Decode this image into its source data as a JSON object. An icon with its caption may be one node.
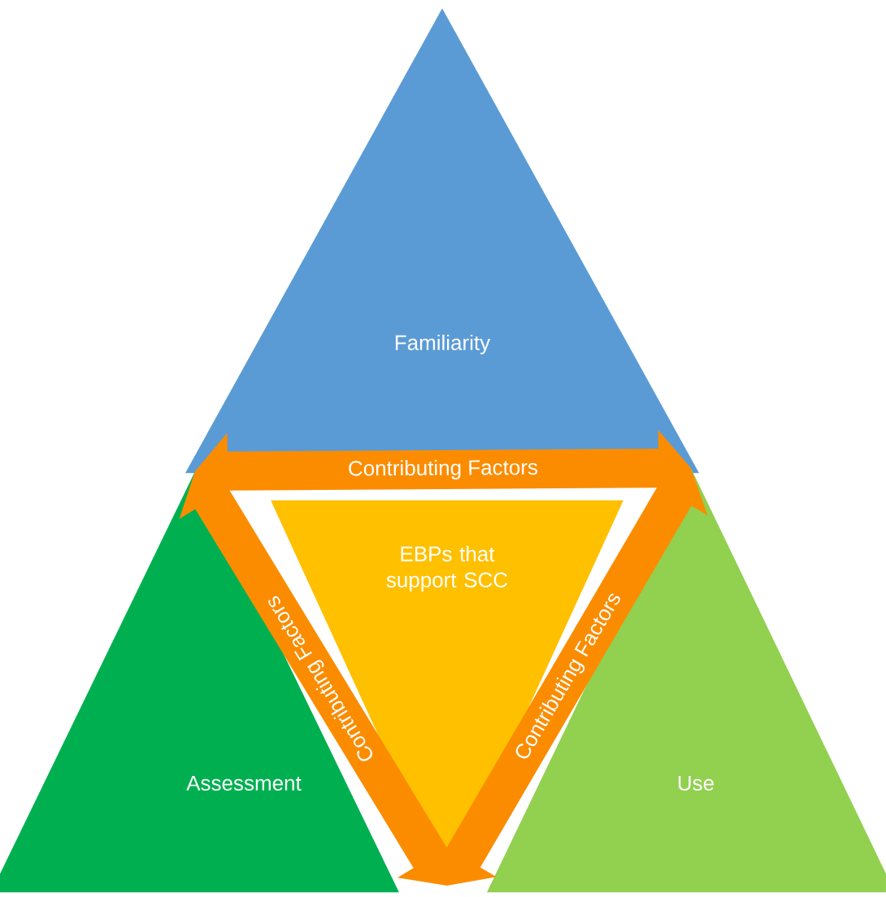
{
  "diagram": {
    "nodes": [
      {
        "text": [
          "Familiarity"
        ]
      },
      {
        "text": [
          "Assessment"
        ]
      },
      {
        "text": [
          "Use"
        ]
      },
      {
        "text": [
          "EBPs that support SCC"
        ]
      }
    ],
    "edges": [
      {
        "from": 1,
        "to": 2,
        "arrow": "both",
        "label": "Contributing Factors"
      },
      {
        "from": 1,
        "to": 3,
        "arrow": "both",
        "label": "Contributing Factors"
      },
      {
        "from": 2,
        "to": 3,
        "arrow": "both",
        "label": "Contributing Factors"
      }
    ]
  }
}
